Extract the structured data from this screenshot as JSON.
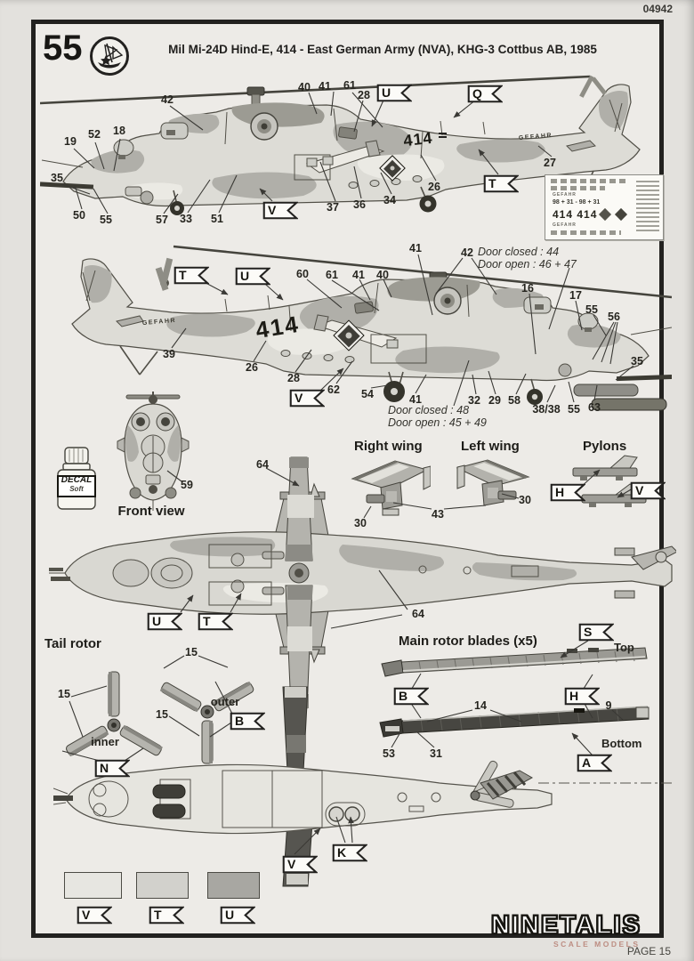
{
  "page": {
    "kit_number": "04942",
    "page_label": "PAGE 15"
  },
  "header": {
    "step_number": "55",
    "title": "Mil Mi-24D Hind-E, 414 - East German Army (NVA), KHG-3 Cottbus AB, 1985"
  },
  "brand": {
    "name": "NINETALIS",
    "tagline": "SCALE MODELS"
  },
  "decal_sheet": {
    "rows": [
      "GEFAHR",
      "98 + 31 - 98 + 31",
      "414  414",
      "GEFAHR"
    ]
  },
  "view_right_side": {
    "aircraft_code": "414",
    "tail_text": "GEFAHR",
    "callouts": [
      "42",
      "40",
      "41",
      "61",
      "28",
      "19",
      "52",
      "18",
      "35",
      "50",
      "55",
      "57",
      "33",
      "51",
      "37",
      "36",
      "34",
      "26",
      "27"
    ],
    "flags": [
      "U",
      "Q",
      "T",
      "V"
    ]
  },
  "view_left_side": {
    "aircraft_code": "414",
    "tail_text": "GEFAHR",
    "callouts": [
      "41",
      "42",
      "60",
      "61",
      "41",
      "40",
      "16",
      "17",
      "55",
      "56",
      "35",
      "39",
      "26",
      "28",
      "62",
      "54",
      "41",
      "32",
      "29",
      "58",
      "38/38",
      "55",
      "63"
    ],
    "flags": [
      "T",
      "U",
      "V"
    ],
    "notes": [
      "Door closed : 44",
      "Door open : 46 + 47",
      "Door closed : 48",
      "Door open : 45 + 49"
    ]
  },
  "front_view": {
    "label": "Front view",
    "callout": "59"
  },
  "decal_bottle": {
    "line1": "DECAL",
    "line2": "Soft"
  },
  "wings": {
    "right_label": "Right wing",
    "left_label": "Left wing",
    "pylons_label": "Pylons",
    "callouts": [
      "30",
      "43",
      "30"
    ],
    "flags": [
      "H",
      "V"
    ]
  },
  "top_view": {
    "callouts": [
      "64",
      "64"
    ],
    "flags": [
      "U",
      "T"
    ]
  },
  "tail_rotor": {
    "label": "Tail rotor",
    "callouts": [
      "15",
      "15",
      "15"
    ],
    "inner_label": "inner",
    "outer_label": "outer",
    "flags": [
      "N",
      "B"
    ]
  },
  "main_rotor": {
    "label": "Main rotor blades (x5)",
    "top_label": "Top",
    "bottom_label": "Bottom",
    "callouts": [
      "14",
      "9",
      "53",
      "31"
    ],
    "flags": [
      "S",
      "B",
      "H",
      "A"
    ]
  },
  "bottom_view": {
    "flags": [
      "V",
      "K"
    ]
  },
  "swatches": [
    {
      "letter": "V",
      "color": "#e7e6e1"
    },
    {
      "letter": "T",
      "color": "#d2d1cc"
    },
    {
      "letter": "U",
      "color": "#a8a7a2"
    }
  ]
}
